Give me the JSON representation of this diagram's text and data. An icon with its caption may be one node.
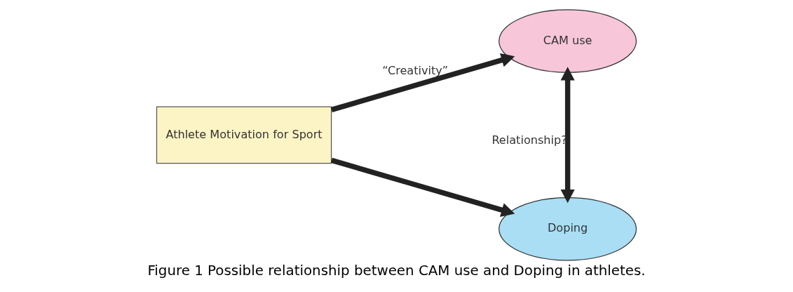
{
  "diagram": {
    "caption": "Figure 1 Possible relationship between CAM use and Doping in athletes.",
    "nodes": [
      {
        "text": [
          "Athlete Motivation for Sport"
        ]
      },
      {
        "text": [
          "CAM use"
        ]
      },
      {
        "text": [
          "Doping"
        ]
      }
    ],
    "edges": [
      {
        "from": 0,
        "to": 1,
        "arrow": "to",
        "label": "“Creativity”"
      },
      {
        "from": 0,
        "to": 2,
        "arrow": "to"
      },
      {
        "from": 1,
        "to": 2,
        "arrow": "both",
        "label": "Relationship?"
      }
    ]
  }
}
